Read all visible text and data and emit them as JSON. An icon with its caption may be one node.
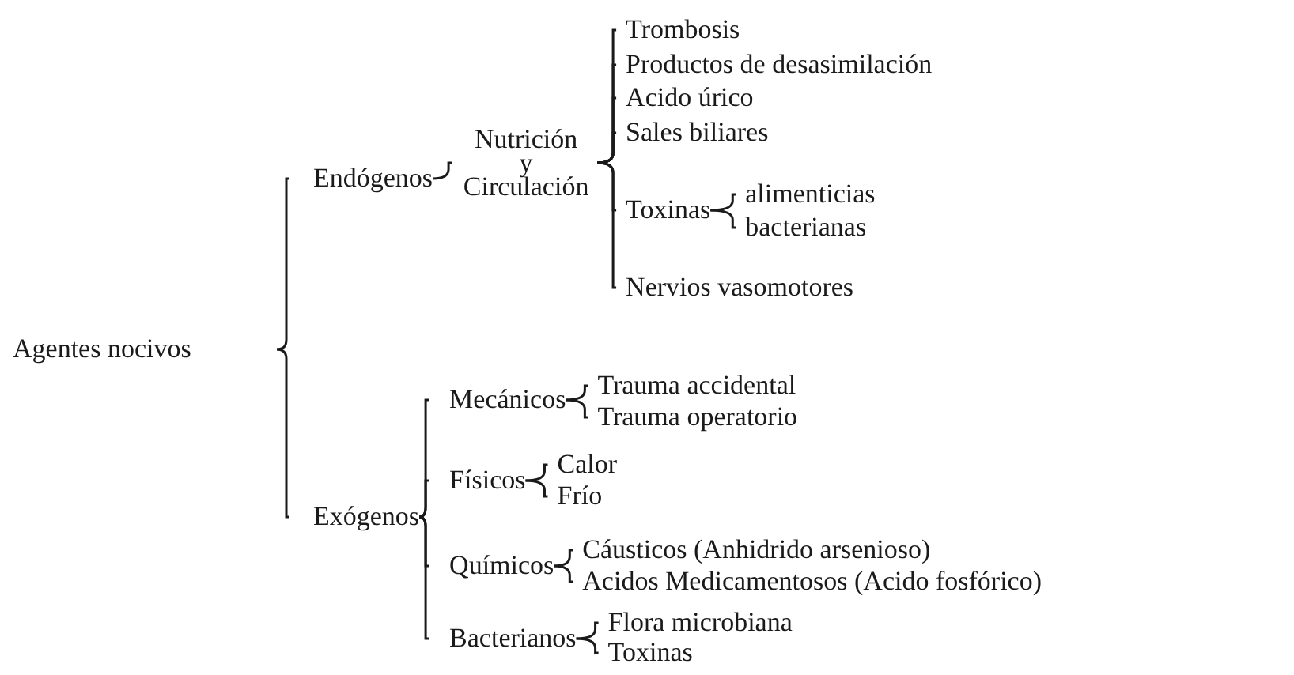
{
  "diagram": {
    "nodes": [
      {
        "text": [
          "Agentes nocivos"
        ]
      },
      {
        "text": [
          "Endógenos"
        ]
      },
      {
        "text": [
          "Nutrición y Circulación"
        ]
      },
      {
        "text": [
          "Trombosis"
        ]
      },
      {
        "text": [
          "Productos de desasimilación"
        ]
      },
      {
        "text": [
          "Acido úrico"
        ]
      },
      {
        "text": [
          "Sales biliares"
        ]
      },
      {
        "text": [
          "Toxinas"
        ]
      },
      {
        "text": [
          "alimenticias"
        ]
      },
      {
        "text": [
          "bacterianas"
        ]
      },
      {
        "text": [
          "Nervios vasomotores"
        ]
      },
      {
        "text": [
          "Exógenos"
        ]
      },
      {
        "text": [
          "Mecánicos"
        ]
      },
      {
        "text": [
          "Trauma accidental"
        ]
      },
      {
        "text": [
          "Trauma operatorio"
        ]
      },
      {
        "text": [
          "Físicos"
        ]
      },
      {
        "text": [
          "Calor"
        ]
      },
      {
        "text": [
          "Frío"
        ]
      },
      {
        "text": [
          "Químicos"
        ]
      },
      {
        "text": [
          "Cáusticos (Anhidrido arsenioso)"
        ]
      },
      {
        "text": [
          "Acidos Medicamentosos (Acido fosfórico)"
        ]
      },
      {
        "text": [
          "Bacterianos"
        ]
      },
      {
        "text": [
          "Flora microbiana"
        ]
      },
      {
        "text": [
          "Toxinas"
        ]
      }
    ],
    "edges": [
      {
        "from": 0,
        "to": 1,
        "arrow": "none"
      },
      {
        "from": 0,
        "to": 11,
        "arrow": "none"
      },
      {
        "from": 1,
        "to": 2,
        "arrow": "none"
      },
      {
        "from": 2,
        "to": 3,
        "arrow": "none"
      },
      {
        "from": 2,
        "to": 4,
        "arrow": "none"
      },
      {
        "from": 2,
        "to": 5,
        "arrow": "none"
      },
      {
        "from": 2,
        "to": 6,
        "arrow": "none"
      },
      {
        "from": 2,
        "to": 7,
        "arrow": "none"
      },
      {
        "from": 2,
        "to": 10,
        "arrow": "none"
      },
      {
        "from": 7,
        "to": 8,
        "arrow": "none"
      },
      {
        "from": 7,
        "to": 9,
        "arrow": "none"
      },
      {
        "from": 11,
        "to": 12,
        "arrow": "none"
      },
      {
        "from": 11,
        "to": 15,
        "arrow": "none"
      },
      {
        "from": 11,
        "to": 18,
        "arrow": "none"
      },
      {
        "from": 11,
        "to": 21,
        "arrow": "none"
      },
      {
        "from": 12,
        "to": 13,
        "arrow": "none"
      },
      {
        "from": 12,
        "to": 14,
        "arrow": "none"
      },
      {
        "from": 15,
        "to": 16,
        "arrow": "none"
      },
      {
        "from": 15,
        "to": 17,
        "arrow": "none"
      },
      {
        "from": 18,
        "to": 19,
        "arrow": "none"
      },
      {
        "from": 18,
        "to": 20,
        "arrow": "none"
      },
      {
        "from": 21,
        "to": 22,
        "arrow": "none"
      },
      {
        "from": 21,
        "to": 23,
        "arrow": "none"
      }
    ]
  }
}
